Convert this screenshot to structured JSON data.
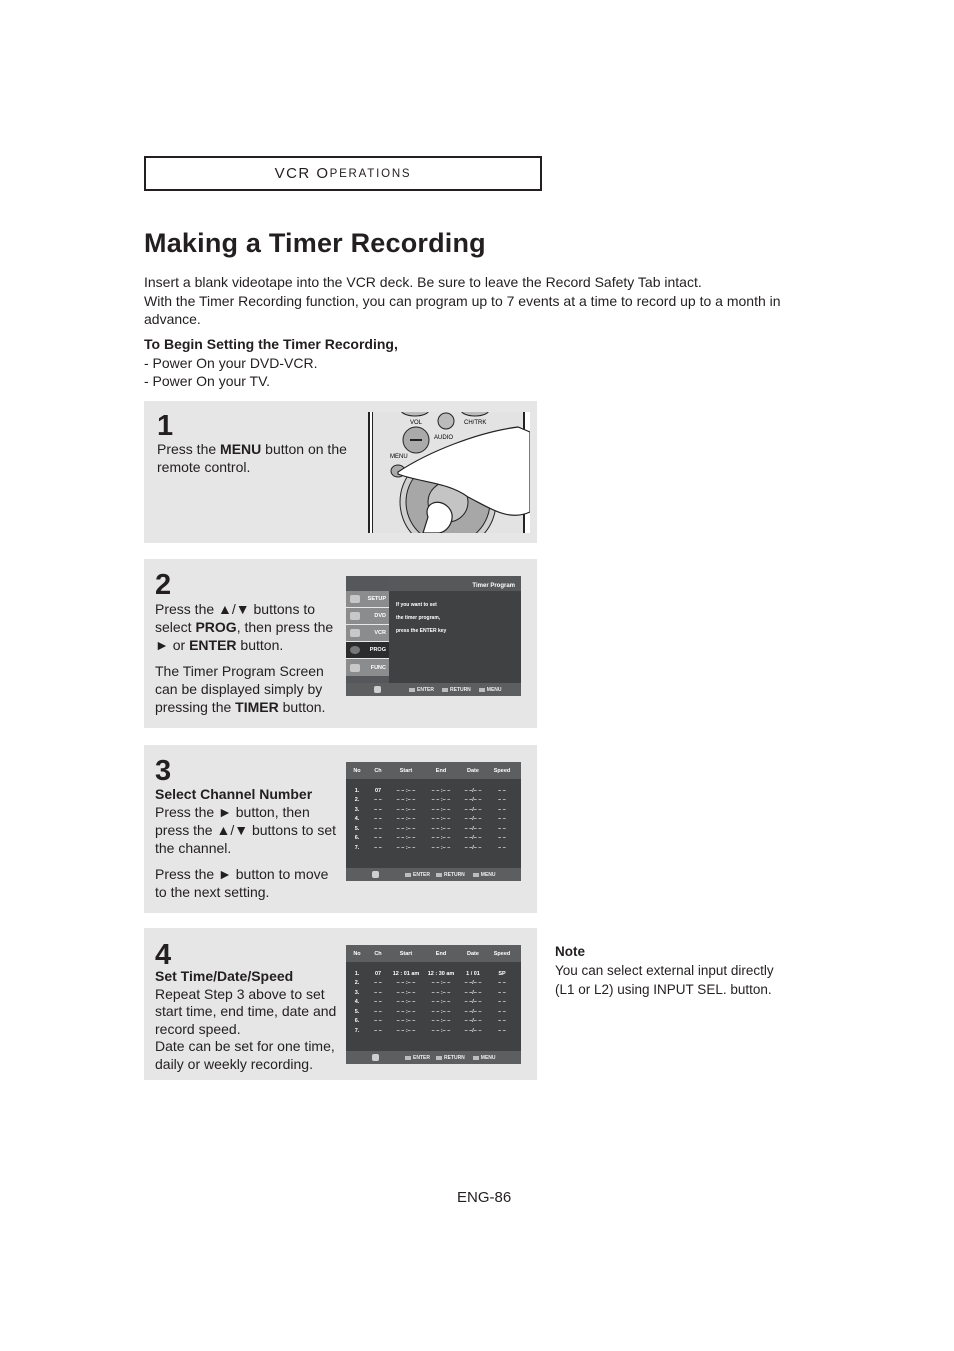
{
  "header": {
    "section_label_first": "VCR O",
    "section_label_rest": "PERATIONS",
    "section_label": "VCR Operations"
  },
  "page_title": "Making a Timer Recording",
  "intro": {
    "line1": "Insert a blank videotape into the VCR deck. Be sure to leave the Record Safety Tab intact.",
    "line2": "With the Timer Recording function, you can program up to 7 events at a time to record up to a month in advance."
  },
  "begin": {
    "heading": "To Begin Setting the Timer Recording,",
    "items": [
      "- Power On your DVD-VCR.",
      "- Power On your TV."
    ]
  },
  "steps": [
    {
      "number": "1",
      "text_a": "Press the ",
      "bold_a": "MENU",
      "text_b": " button on the remote control.",
      "image": {
        "type": "remote-illustration",
        "labels": {
          "vol": "VOL",
          "ch": "CH/TRK",
          "audio": "AUDIO",
          "menu": "MENU"
        }
      }
    },
    {
      "number": "2",
      "p1_a": "Press the ▲/▼ buttons to select ",
      "p1_bold1": "PROG",
      "p1_b": ", then press the ► or ",
      "p1_bold2": "ENTER",
      "p1_c": " button.",
      "p2_a": "The Timer Program Screen can be displayed simply by pressing the ",
      "p2_bold": "TIMER",
      "p2_b": " button.",
      "osd": {
        "title": "Timer Program",
        "menu": [
          "SETUP",
          "DVD",
          "VCR",
          "PROG",
          "FUNC"
        ],
        "active": "PROG",
        "message": [
          "If you want to set",
          "the timer program,",
          "press the ENTER key"
        ],
        "footer": [
          "ENTER",
          "RETURN",
          "MENU"
        ]
      }
    },
    {
      "number": "3",
      "heading": "Select Channel Number",
      "p1": "Press the ► button, then press the ▲/▼ buttons to set the channel.",
      "p2": "Press the ► button to move to the next setting.",
      "osd": {
        "columns": [
          "No",
          "Ch",
          "Start",
          "End",
          "Date",
          "Speed"
        ],
        "rows": [
          [
            "1.",
            "07",
            "– – :– –",
            "– – :– –",
            "– –/– –",
            "– –"
          ],
          [
            "2.",
            "– –",
            "– – :– –",
            "– – :– –",
            "– –/– –",
            "– –"
          ],
          [
            "3.",
            "– –",
            "– – :– –",
            "– – :– –",
            "– –/– –",
            "– –"
          ],
          [
            "4.",
            "– –",
            "– – :– –",
            "– – :– –",
            "– –/– –",
            "– –"
          ],
          [
            "5.",
            "– –",
            "– – :– –",
            "– – :– –",
            "– –/– –",
            "– –"
          ],
          [
            "6.",
            "– –",
            "– – :– –",
            "– – :– –",
            "– –/– –",
            "– –"
          ],
          [
            "7.",
            "– –",
            "– – :– –",
            "– – :– –",
            "– –/– –",
            "– –"
          ]
        ],
        "footer": [
          "ENTER",
          "RETURN",
          "MENU"
        ]
      }
    },
    {
      "number": "4",
      "heading": "Set Time/Date/Speed",
      "p1": "Repeat Step 3 above to set start time, end time, date and record speed.",
      "p2": "Date can be set for one time, daily or weekly recording.",
      "osd": {
        "columns": [
          "No",
          "Ch",
          "Start",
          "End",
          "Date",
          "Speed"
        ],
        "rows": [
          [
            "1.",
            "07",
            "12 : 01 am",
            "12 : 30 am",
            "1 / 01",
            "SP"
          ],
          [
            "2.",
            "– –",
            "– – :– –",
            "– – :– –",
            "– –/– –",
            "– –"
          ],
          [
            "3.",
            "– –",
            "– – :– –",
            "– – :– –",
            "– –/– –",
            "– –"
          ],
          [
            "4.",
            "– –",
            "– – :– –",
            "– – :– –",
            "– –/– –",
            "– –"
          ],
          [
            "5.",
            "– –",
            "– – :– –",
            "– – :– –",
            "– –/– –",
            "– –"
          ],
          [
            "6.",
            "– –",
            "– – :– –",
            "– – :– –",
            "– –/– –",
            "– –"
          ],
          [
            "7.",
            "– –",
            "– – :– –",
            "– – :– –",
            "– –/– –",
            "– –"
          ]
        ],
        "footer": [
          "ENTER",
          "RETURN",
          "MENU"
        ]
      }
    }
  ],
  "note": {
    "heading": "Note",
    "text": "You can select external input directly (L1 or L2) using INPUT SEL. button."
  },
  "page_number": "ENG-86",
  "colors": {
    "step_bg": "#e6e6e6",
    "osd_bg": "#3f4143",
    "osd_bar": "#5c5e60",
    "text": "#231f20"
  }
}
